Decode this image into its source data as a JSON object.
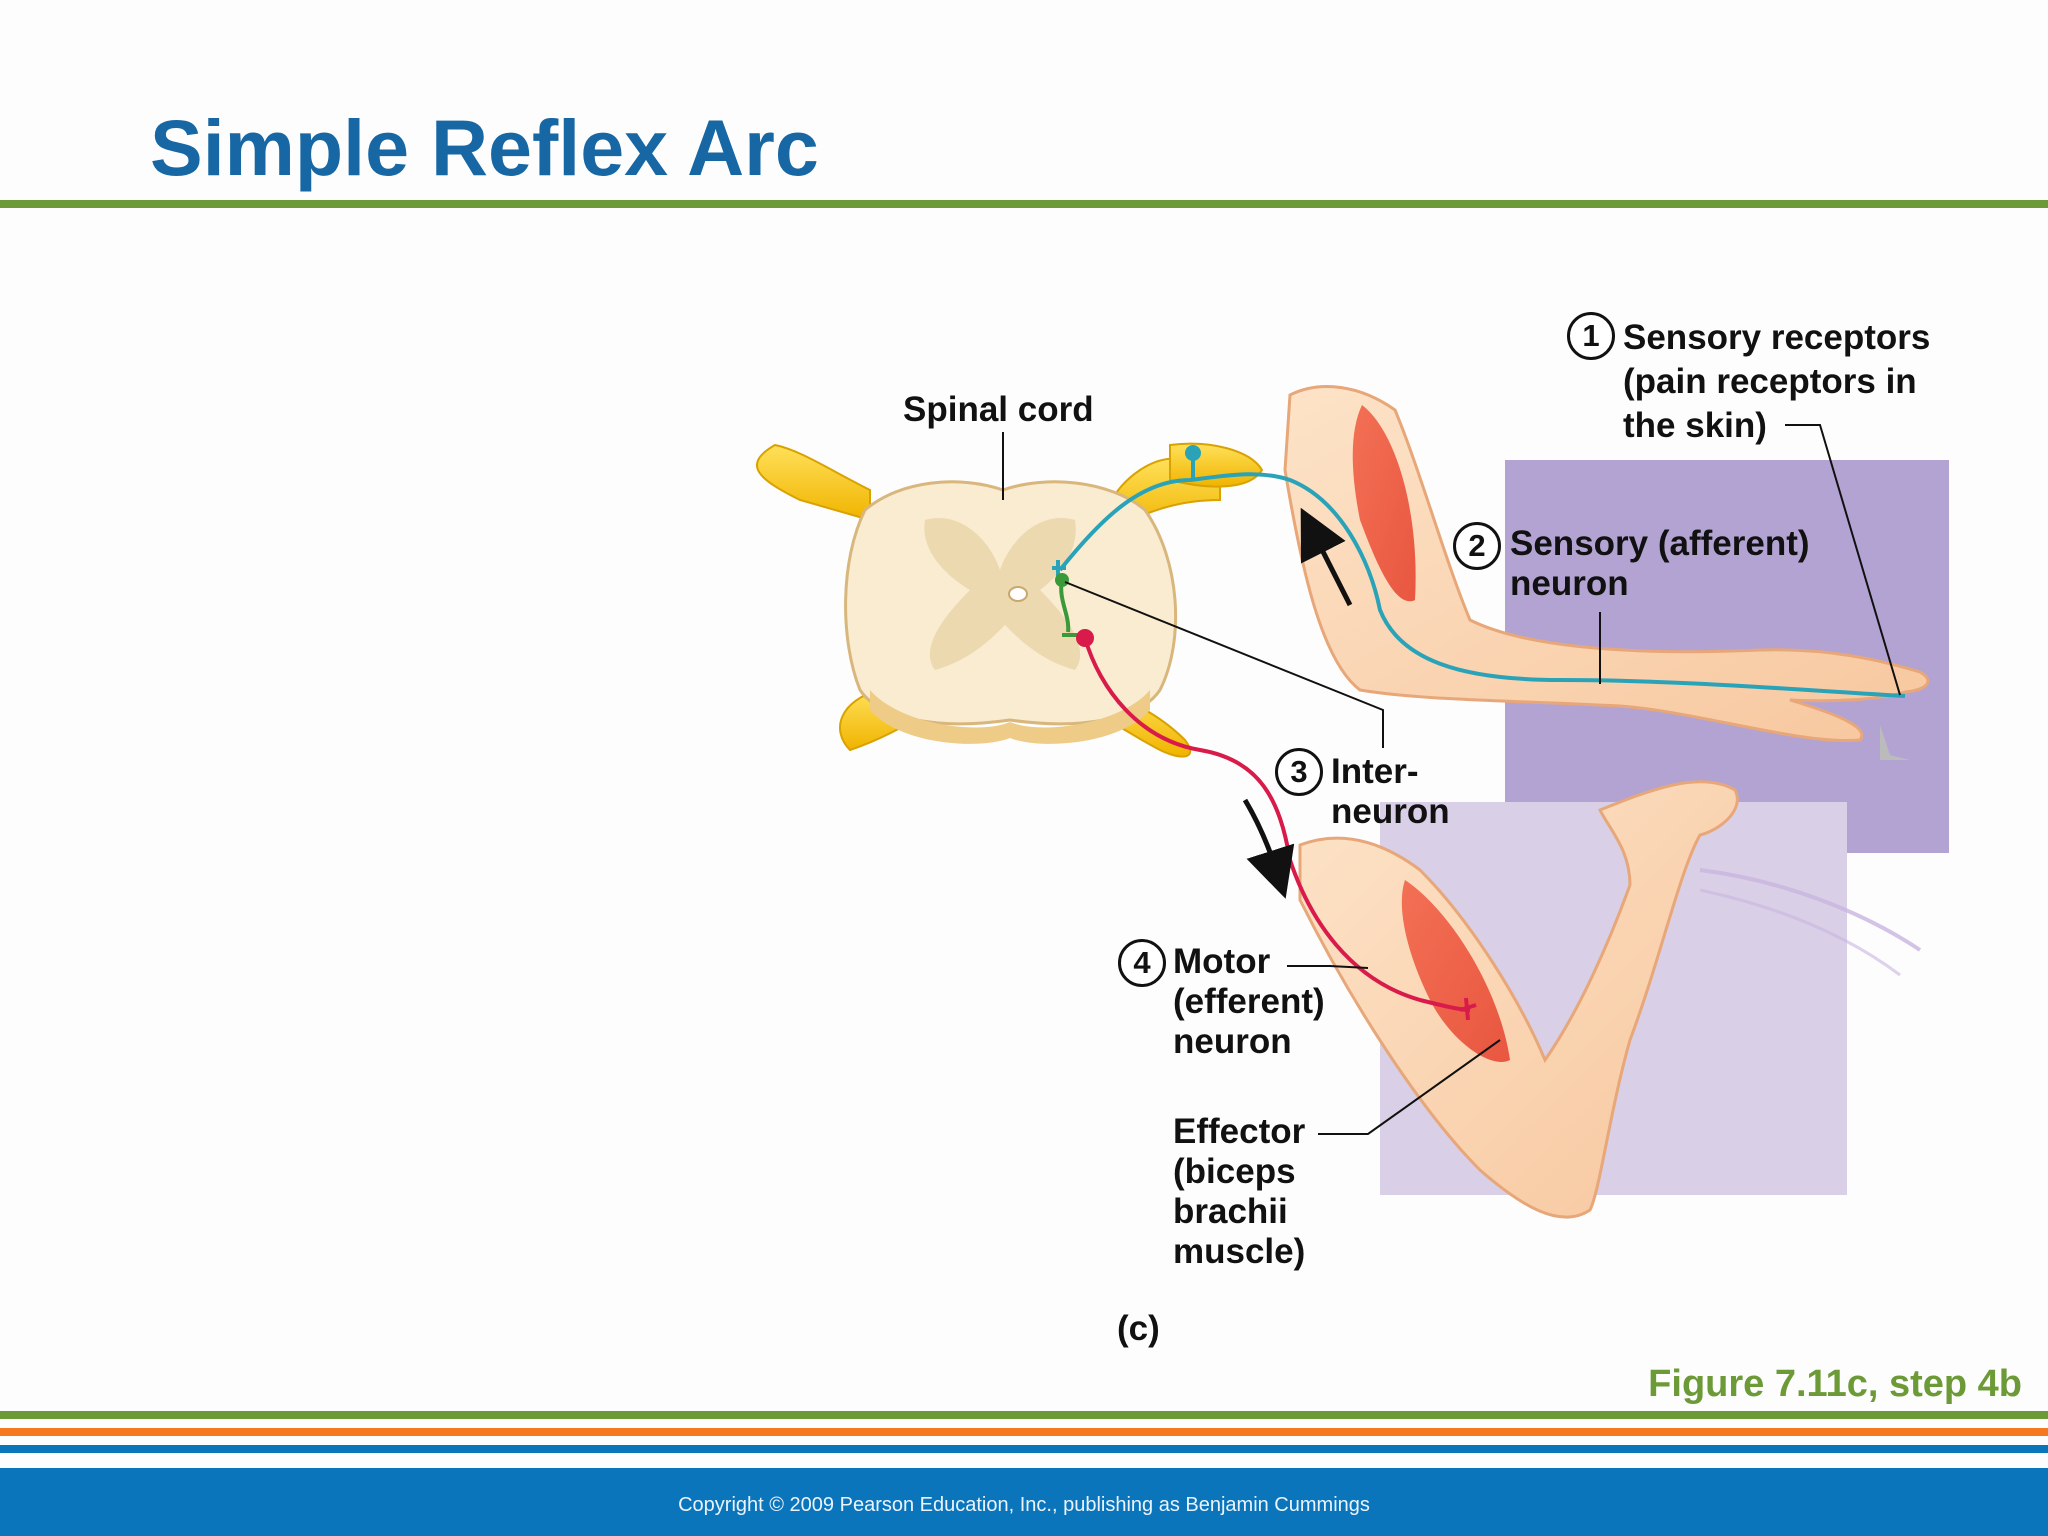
{
  "slide": {
    "title": "Simple Reflex Arc",
    "figure_ref": "Figure 7.11c, step 4b",
    "copyright": "Copyright © 2009 Pearson Education, Inc., publishing as Benjamin Cummings"
  },
  "diagram": {
    "panel_label": "(c)",
    "spinal_cord_label": "Spinal cord",
    "steps": [
      {
        "number": "1",
        "label": "Sensory receptors\n(pain receptors in\nthe skin)"
      },
      {
        "number": "2",
        "label": "Sensory (afferent)\nneuron"
      },
      {
        "number": "3",
        "label": "Inter-\nneuron"
      },
      {
        "number": "4",
        "label": "Motor\n(efferent)\nneuron"
      }
    ],
    "effector_label": "Effector\n(biceps\nbrachii\nmuscle)"
  },
  "colors": {
    "title": "#1667a3",
    "accent_green": "#6c9a37",
    "accent_orange": "#f47920",
    "footer_blue": "#0b75bc",
    "sensory_neuron": "#2aa3b8",
    "interneuron": "#3a9a3a",
    "motor_neuron": "#d81b4a",
    "nerve_yellow": "#f5c518",
    "purple_panel": "#b3a3d3",
    "lilac_panel": "#d9cfe6"
  }
}
